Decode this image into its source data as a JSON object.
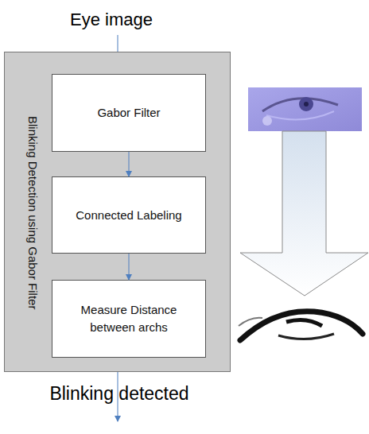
{
  "diagram": {
    "nodes": [
      {
        "text": [
          "Blinking Detection using Gabor Filter"
        ]
      },
      {
        "text": [
          "Gabor Filter"
        ],
        "in": 0
      },
      {
        "text": [
          "Connected Labeling"
        ],
        "in": 0
      },
      {
        "text": [
          "Measure Distance between archs"
        ],
        "in": 0
      }
    ],
    "edges": [
      {
        "from": 1,
        "to": 2,
        "arrow": "to"
      },
      {
        "from": 2,
        "to": 3,
        "arrow": "to"
      }
    ],
    "labels": [
      "Eye image",
      "Blinking detected"
    ]
  }
}
